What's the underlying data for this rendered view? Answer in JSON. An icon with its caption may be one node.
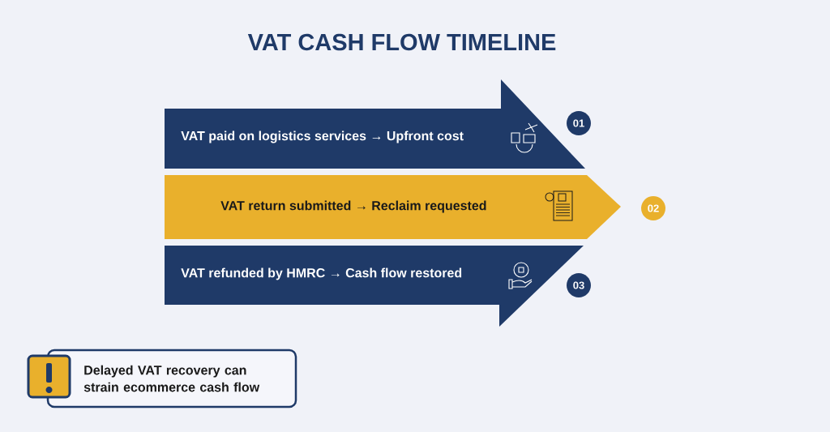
{
  "diagram": {
    "title": "VAT CASH FLOW TIMELINE",
    "nodes": [
      {
        "text": [
          "VAT paid on logistics services → Upfront cost"
        ]
      },
      {
        "text": [
          "01"
        ]
      },
      {
        "text": [
          "VAT return submitted → Reclaim requested"
        ]
      },
      {
        "text": [
          "02"
        ]
      },
      {
        "text": [
          "VAT refunded by HMRC → Cash flow restored"
        ]
      },
      {
        "text": [
          "03"
        ]
      },
      {
        "text": [
          "Delayed VAT recovery can strain ecommerce cash flow"
        ]
      }
    ]
  }
}
